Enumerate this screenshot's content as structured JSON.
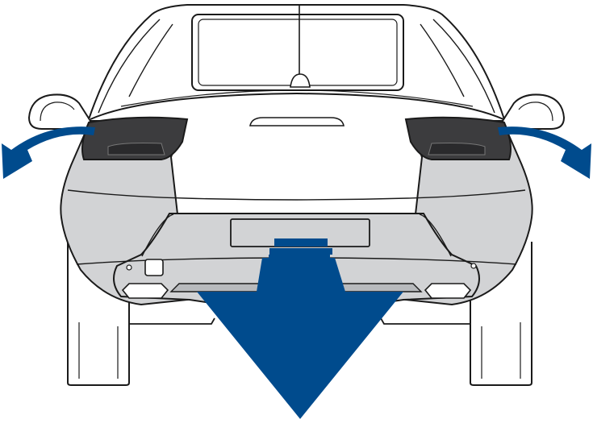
{
  "diagram": {
    "subject": "car-rear-view",
    "colors": {
      "outline": "#1a1a1a",
      "body_fill": "#ffffff",
      "highlight_fill": "#d2d3d5",
      "highlight_dark": "#b8babd",
      "lamp_fill": "#3c3c3e",
      "lamp_dark": "#2a2a2c",
      "arrow": "#004b8d",
      "tire_fill": "#ffffff"
    },
    "arrows": [
      {
        "name": "arrow-outward-left-icon",
        "direction": "outward-left"
      },
      {
        "name": "arrow-outward-right-icon",
        "direction": "outward-right"
      },
      {
        "name": "arrow-down-icon",
        "direction": "down"
      }
    ],
    "highlighted_parts": [
      "left-rear-side-panel",
      "right-rear-side-panel",
      "rear-bumper"
    ]
  }
}
